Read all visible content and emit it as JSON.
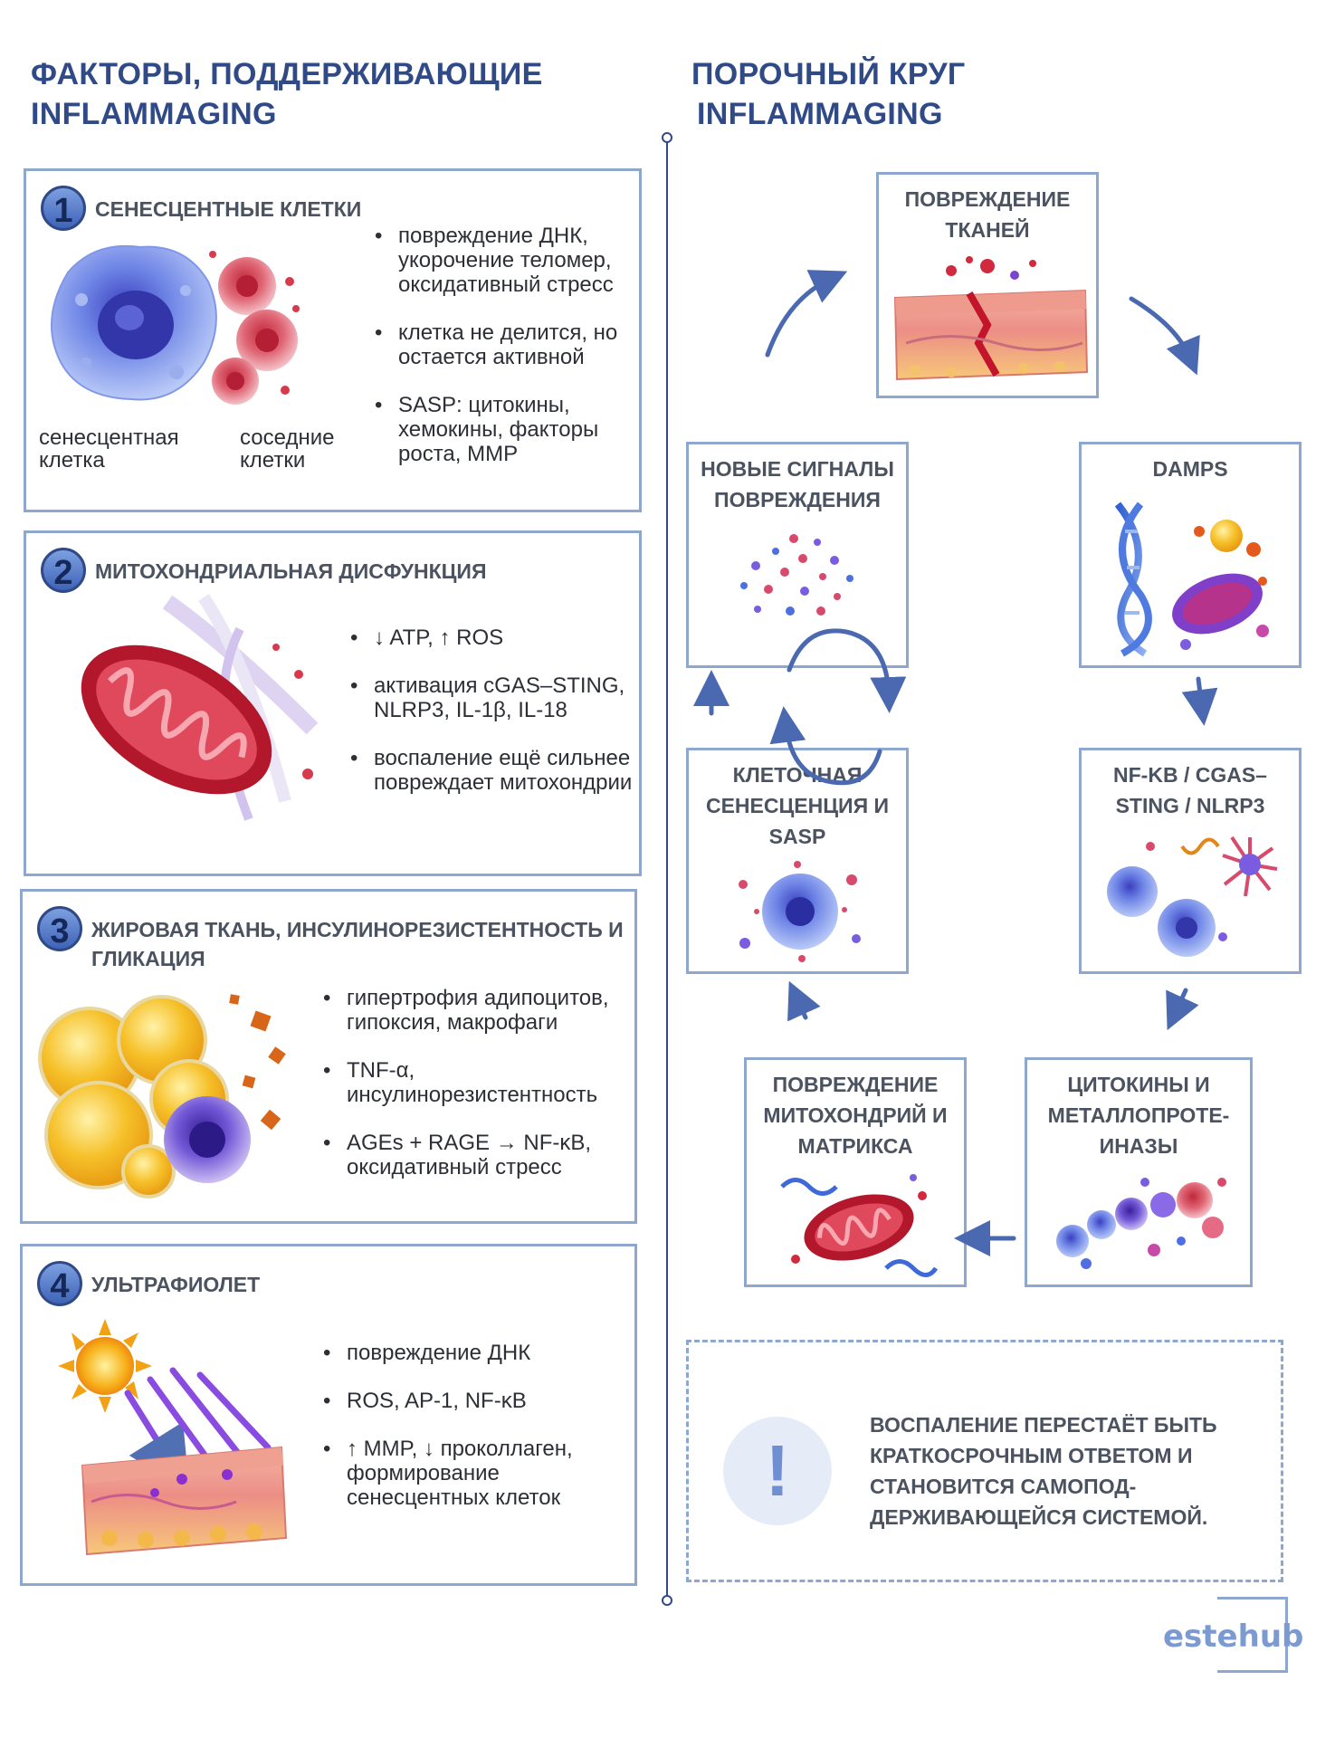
{
  "left_title": [
    "ФАКТОРЫ, ПОДДЕРЖИВАЮЩИЕ",
    "INFLAMMAGING"
  ],
  "right_title": [
    "ПОРОЧНЫЙ КРУГ",
    "INFLAMMAGING"
  ],
  "factors": [
    {
      "number": "1",
      "title": "СЕНЕСЦЕНТНЫЕ КЛЕТКИ",
      "bullets": [
        "повреждение ДНК, укорочение теломер, оксидативный стресс",
        "клетка не делится, но остается активной",
        "SASP: цитокины, хемокины, факторы роста, MMP"
      ],
      "captions": [
        "сенесцентная клетка",
        "соседние клетки"
      ]
    },
    {
      "number": "2",
      "title": "МИТОХОНДРИАЛЬНАЯ ДИСФУНКЦИЯ",
      "bullets": [
        "↓ ATP, ↑ ROS",
        "активация cGAS–STING, NLRP3, IL-1β, IL-18",
        "воспаление ещё сильнее повреждает митохондрии"
      ]
    },
    {
      "number": "3",
      "title": "ЖИРОВАЯ ТКАНЬ, ИНСУЛИНОРЕЗИСТЕНТНОСТЬ И ГЛИКАЦИЯ",
      "bullets": [
        "гипертрофия адипоцитов, гипоксия, макрофаги",
        "TNF-α, инсулинорезистентность",
        "AGEs + RAGE → NF-κB, оксидативный стресс"
      ]
    },
    {
      "number": "4",
      "title": "УЛЬТРАФИОЛЕТ",
      "bullets": [
        "повреждение ДНК",
        "ROS, AP-1, NF-κB",
        "↑ MMP, ↓ проколлаген, формирование сенесцентных клеток"
      ]
    }
  ],
  "cycle": {
    "tissue": [
      "ПОВРЕЖДЕНИЕ",
      "ТКАНЕЙ"
    ],
    "damps": [
      "DAMPS"
    ],
    "nfkb": [
      "NF-KB / CGAS–",
      "STING / NLRP3"
    ],
    "cytokines": [
      "ЦИТОКИНЫ И",
      "МЕТАЛЛОПРОТЕ-",
      "ИНАЗЫ"
    ],
    "mito": [
      "ПОВРЕЖДЕНИЕ",
      "МИТОХОНДРИЙ И",
      "МАТРИКСА"
    ],
    "senescence": [
      "КЛЕТОЧНАЯ",
      "СЕНЕСЦЕНЦИЯ И",
      "SASP"
    ],
    "signals": [
      "НОВЫЕ СИГНАЛЫ",
      "ПОВРЕЖДЕНИЯ"
    ]
  },
  "callout": [
    "ВОСПАЛЕНИЕ ПЕРЕСТАЁТ БЫТЬ",
    "КРАТКОСРОЧНЫМ ОТВЕТОМ И",
    "СТАНОВИТСЯ САМОПОД-",
    "ДЕРЖИВАЮЩЕЙСЯ СИСТЕМОЙ."
  ],
  "callout_icon": "!",
  "logo": "estehub",
  "colors": {
    "accent": "#2f4a86",
    "border": "#8ea7cf",
    "heading_gray": "#4b5260",
    "logo": "#7b9ad1"
  }
}
